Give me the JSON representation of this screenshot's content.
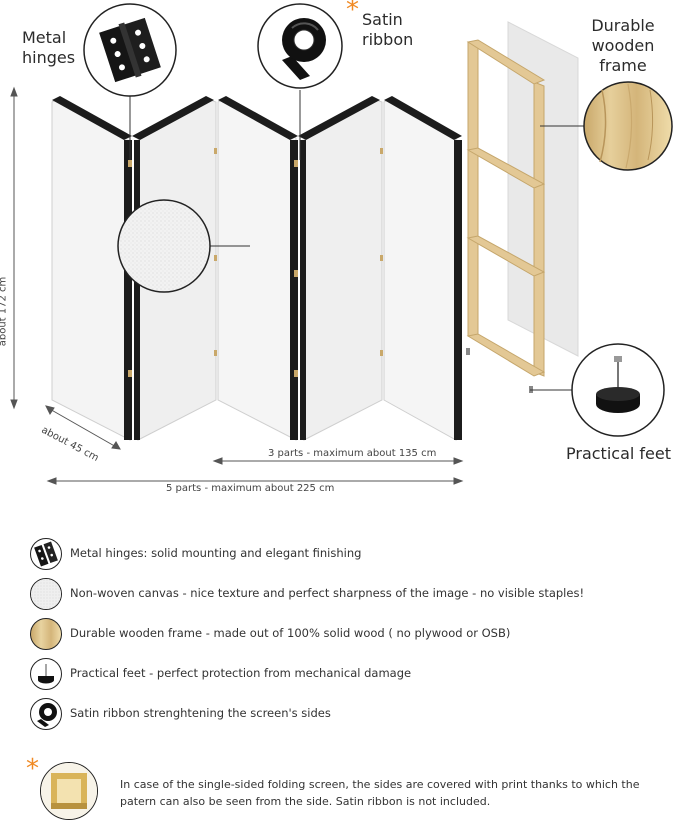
{
  "labels": {
    "metal_hinges_line1": "Metal",
    "metal_hinges_line2": "hinges",
    "satin_ribbon_star": "*",
    "satin_ribbon_line1": "Satin",
    "satin_ribbon_line2": "ribbon",
    "wooden_frame_line1": "Durable",
    "wooden_frame_line2": "wooden",
    "wooden_frame_line3": "frame",
    "practical_feet": "Practical feet"
  },
  "dimensions": {
    "height": "about 172 cm",
    "depth": "about 45 cm",
    "three_parts": "3 parts - maximum about 135 cm",
    "five_parts": "5 parts - maximum about 225 cm"
  },
  "features": [
    {
      "icon": "hinge-icon",
      "text": "Metal hinges: solid mounting and elegant finishing"
    },
    {
      "icon": "canvas-icon",
      "text": "Non-woven canvas - nice texture and perfect sharpness of the image - no visible staples!"
    },
    {
      "icon": "wood-icon",
      "text": "Durable wooden frame - made out of 100% solid wood ( no plywood or OSB)"
    },
    {
      "icon": "foot-icon",
      "text": "Practical feet - perfect protection from mechanical damage"
    },
    {
      "icon": "ribbon-icon",
      "text": "Satin ribbon strenghtening the screen's sides"
    }
  ],
  "note": {
    "star": "*",
    "text": "In case of the single-sided folding screen, the sides are covered with print thanks to which the patern can also be seen from the side. Satin ribbon is not included."
  },
  "colors": {
    "accent_orange": "#f08a24",
    "panel_white": "#f4f4f4",
    "panel_edge": "#1c1c1c",
    "wood": "#e3c895"
  }
}
